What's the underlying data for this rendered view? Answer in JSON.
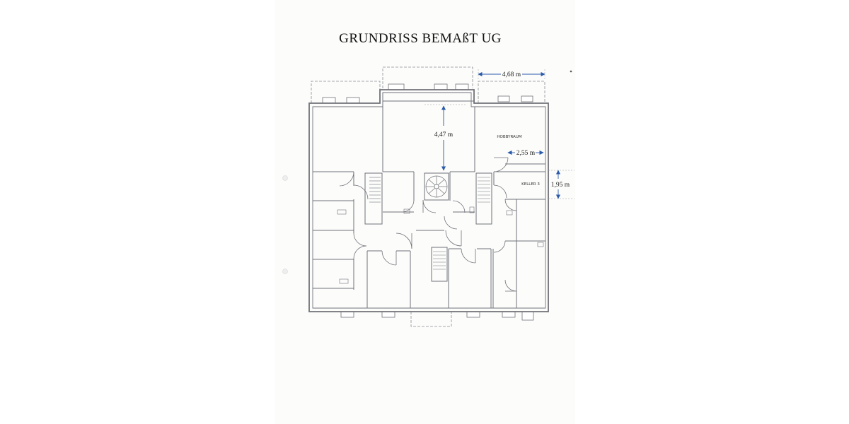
{
  "title": "GRUNDRISS  BEMAßT UG",
  "dimensions": {
    "width_top": "4,68 m",
    "depth_center": "4,47 m",
    "width_keller": "2,55 m",
    "depth_keller": "1,95 m"
  },
  "rooms": {
    "hobby": "HOBBYRAUM",
    "keller": "KELLER 3"
  },
  "colors": {
    "wall": "#707278",
    "arrow": "#2a5aa8"
  }
}
